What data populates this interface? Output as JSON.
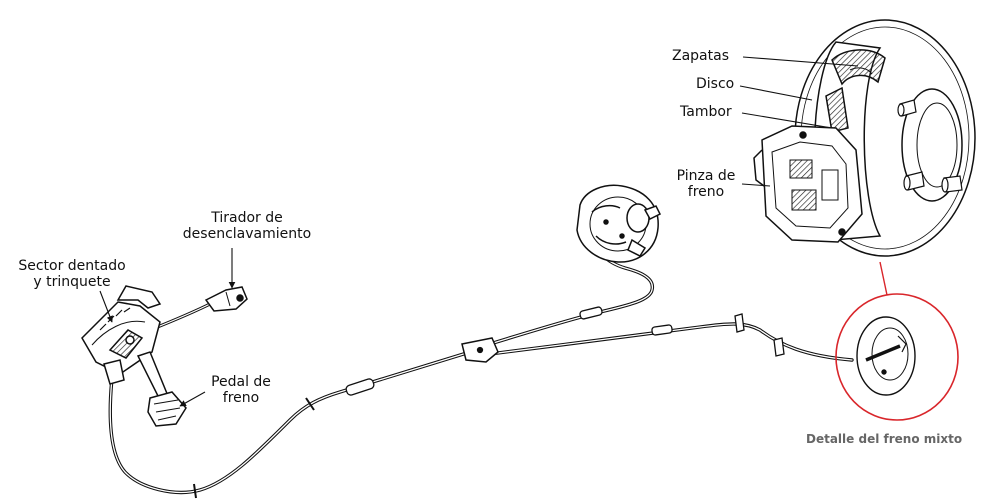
{
  "labels": {
    "zapatas": "Zapatas",
    "disco": "Disco",
    "tambor": "Tambor",
    "pinza": [
      "Pinza de",
      "freno"
    ],
    "tirador": [
      "Tirador de",
      "desenclavamiento"
    ],
    "sector": [
      "Sector dentado",
      "y trinquete"
    ],
    "pedal": [
      "Pedal de",
      "freno"
    ],
    "detalle": "Detalle del freno mixto"
  },
  "colors": {
    "line_art": "#111111",
    "highlight": "#d9262b",
    "caption": "#666666"
  }
}
